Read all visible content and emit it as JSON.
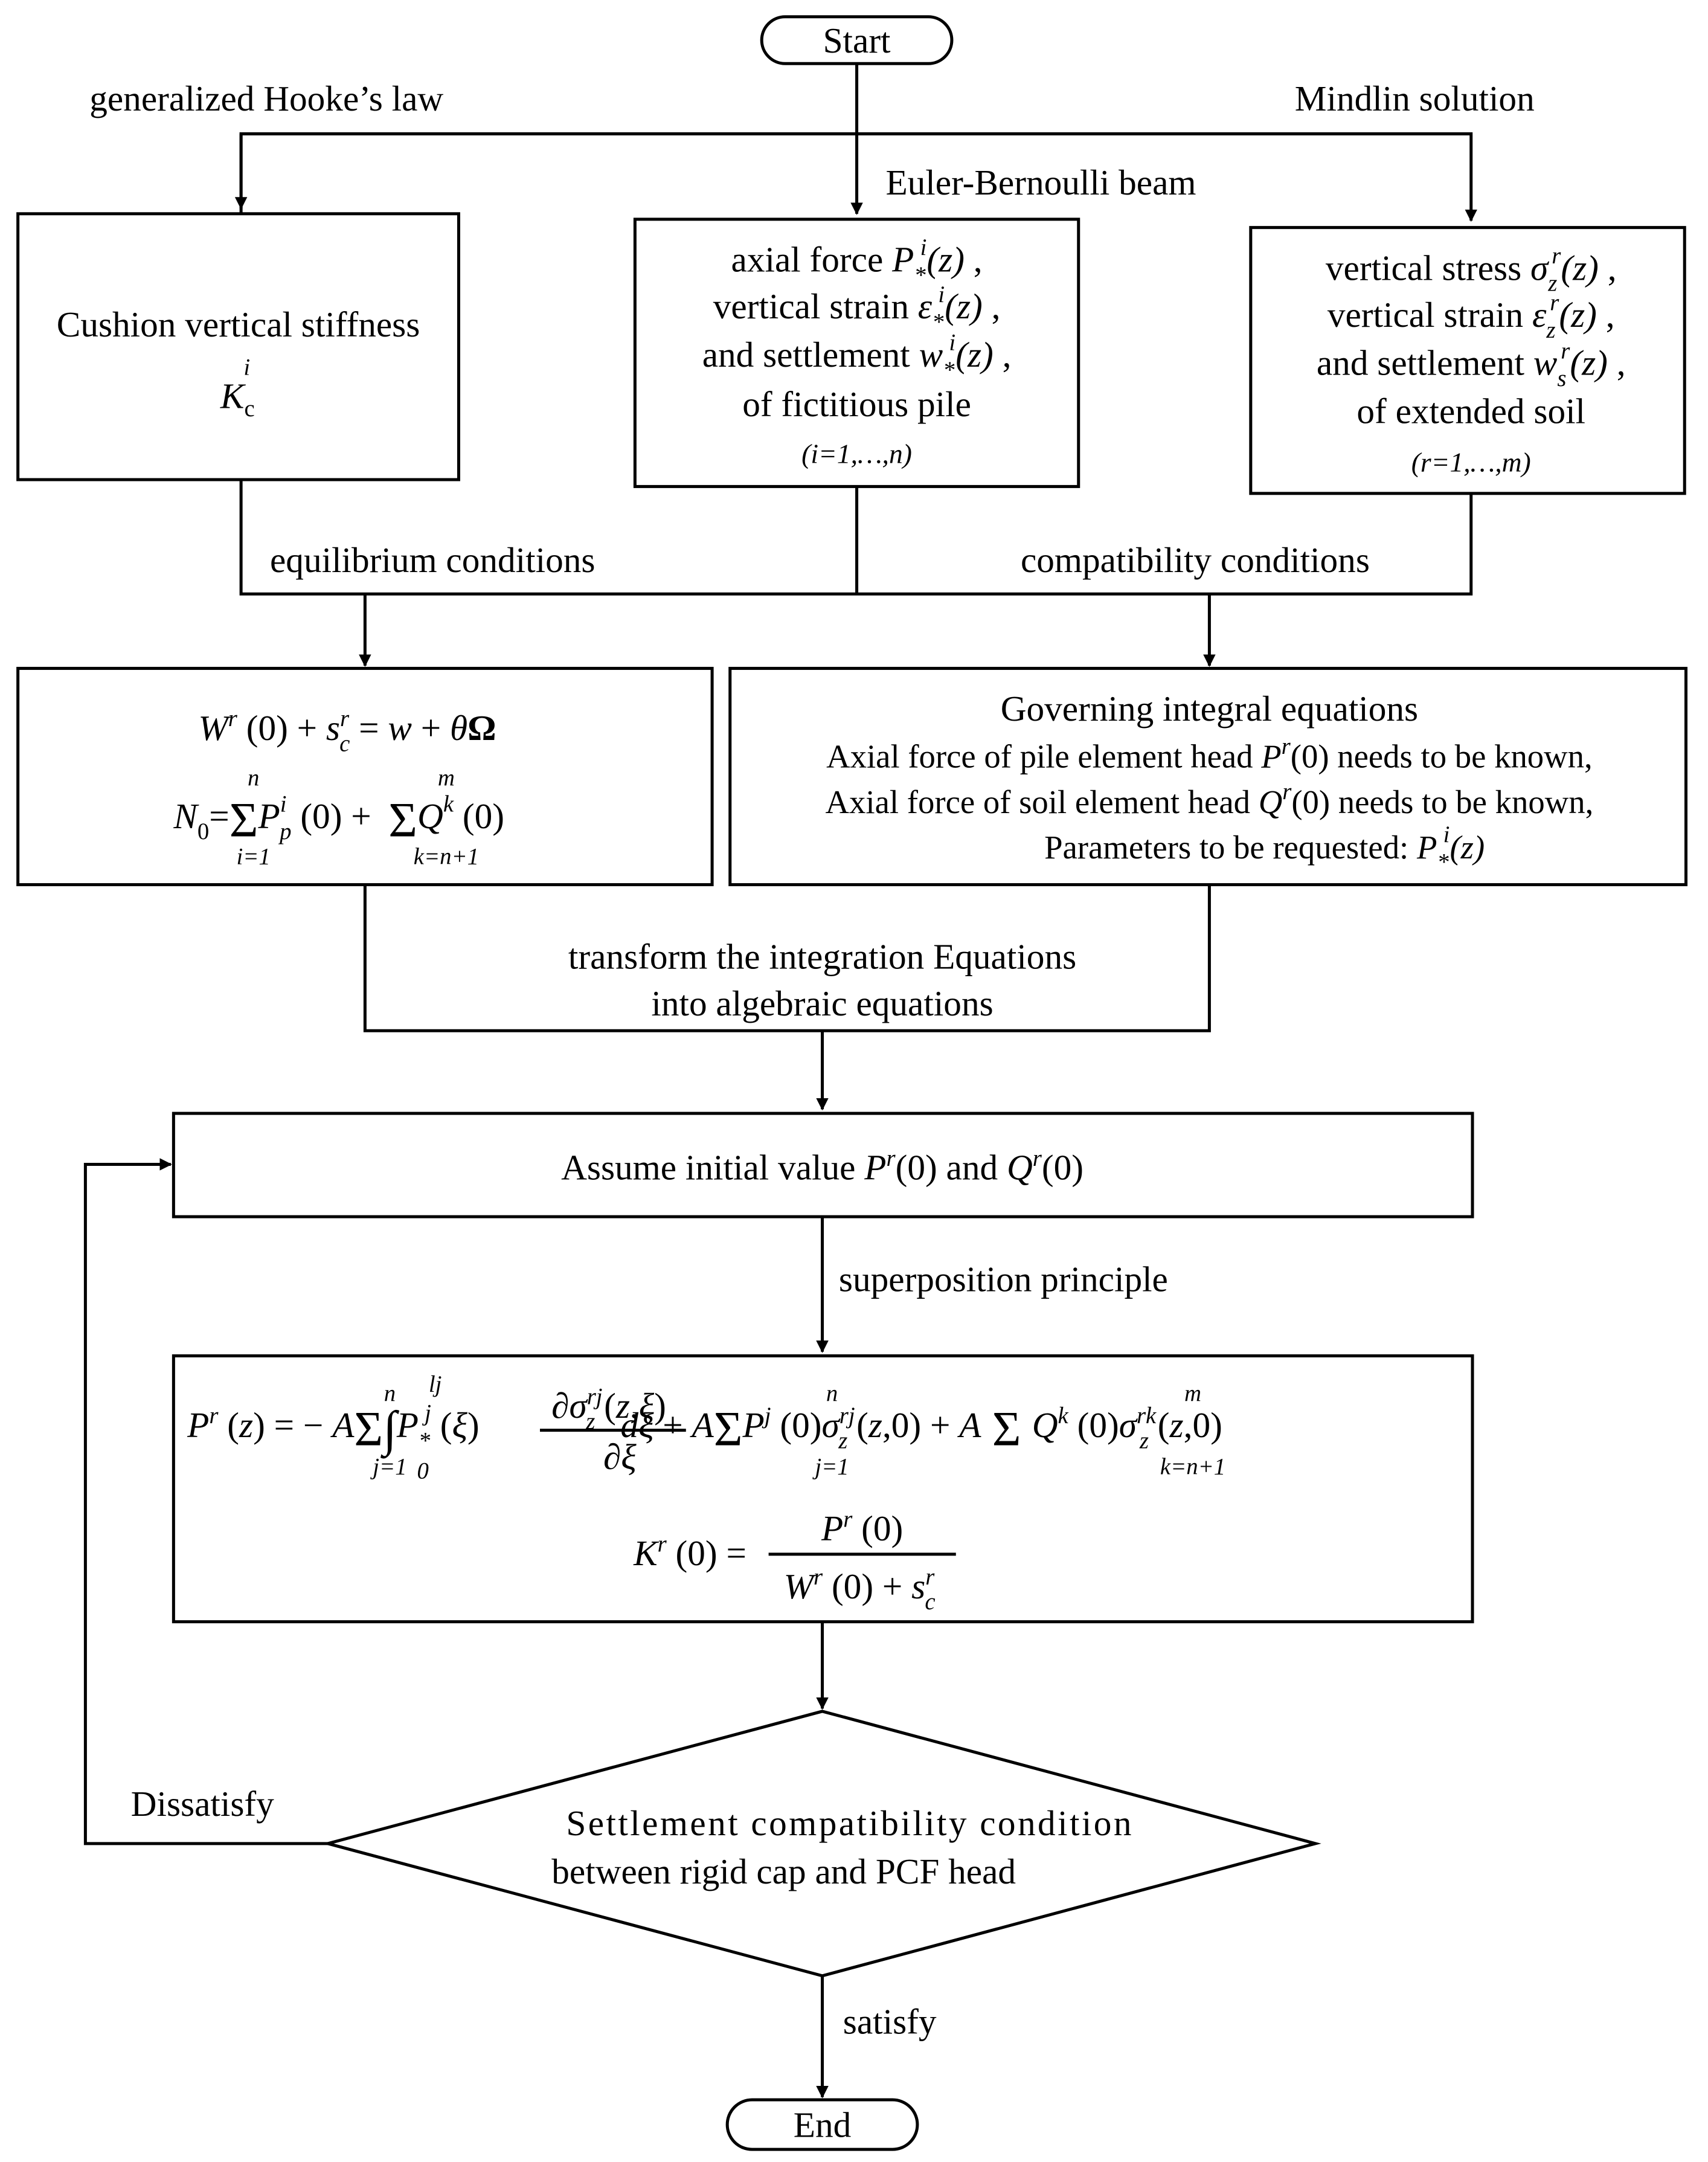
{
  "terminals": {
    "start": "Start",
    "end": "End"
  },
  "labels": {
    "hooke": "generalized Hooke’s law",
    "mindlin": "Mindlin solution",
    "euler": "Euler-Bernoulli beam",
    "equilibrium": "equilibrium conditions",
    "compatibility": "compatibility conditions",
    "transform_1": "transform the integration Equations",
    "transform_2": "into algebraic equations",
    "superposition": "superposition principle",
    "dissatisfy": "Dissatisfy",
    "satisfy": "satisfy"
  },
  "boxes": {
    "cushion": {
      "title": "Cushion vertical stiffness",
      "symbol": "K",
      "symbol_sub": "c",
      "symbol_sup": "i"
    },
    "pile": {
      "axial_force": "axial force",
      "vertical_strain": "vertical strain",
      "settlement": "and settlement",
      "of_pile": "of fictitious pile",
      "range": "(i=1,…,n)"
    },
    "soil": {
      "vertical_stress": "vertical stress",
      "vertical_strain": "vertical strain",
      "settlement": "and settlement",
      "of_soil": "of extended soil",
      "range": "(r=1,…,m)"
    },
    "equilibrium_eq": {
      "eq1": "W r (0) + s r c = w + θΩ",
      "eq2": "N0 = Σ(i=1..n) P i p (0) + Σ(k=n+1..m) Q k (0)"
    },
    "governing": {
      "title": "Governing integral equations",
      "line1": "Axial force of pile element head",
      "line1_tail": "needs to be known,",
      "line2": "Axial force of soil element head",
      "line2_tail": "needs to be known,",
      "line3": "Parameters to be requested:"
    },
    "assume": {
      "text": "Assume initial value",
      "and": "and"
    },
    "superposition_eq": {
      "eq1": "P r (z) = −A Σ(j=1..n) ∫(0..lj) P*j(ξ) ∂σz rj(z,ξ)/∂ξ dξ + A Σ(j=1..n) P j(0) σz rj(z,0) + A Σ(k=n+1..m) Q k(0) σz rk(z,0)",
      "eq2": "K r (0) = P r (0) / (W r (0) + s r c)"
    },
    "decision": {
      "line1": "Settlement compatibility condition",
      "line2": "between rigid cap and PCF head"
    }
  }
}
